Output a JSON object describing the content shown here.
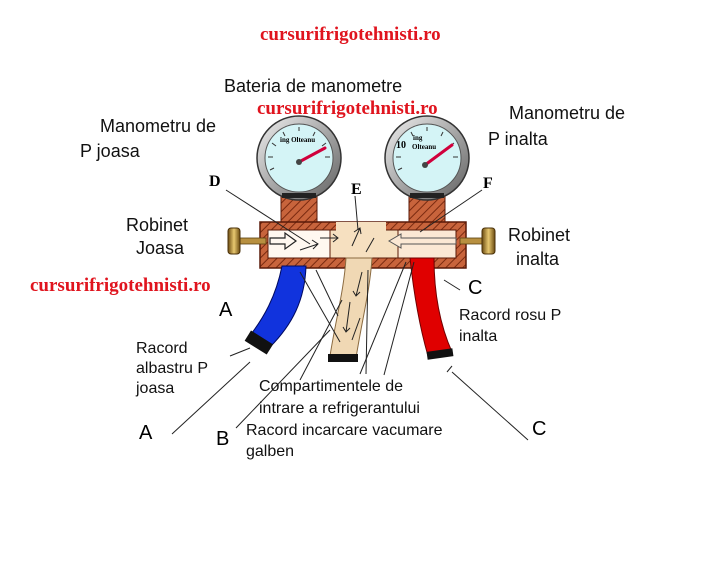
{
  "watermarks": {
    "top": "cursurifrigotehnisti.ro",
    "middle": "cursurifrigotehnisti.ro",
    "left": "cursurifrigotehnisti.ro"
  },
  "title": "Bateria de manometre",
  "gauges": {
    "low": {
      "brand": "ing Olteanu"
    },
    "high": {
      "brand_line1": "ing",
      "brand_line2": "Olteanu",
      "scale_mark": "10"
    }
  },
  "labels": {
    "low_gauge": [
      "Manometru de",
      "P joasa"
    ],
    "high_gauge": [
      "Manometru de",
      "P inalta"
    ],
    "low_valve": [
      "Robinet",
      "Joasa"
    ],
    "high_valve": [
      "Robinet",
      "inalta"
    ],
    "blue_hose": [
      "Racord",
      "albastru P",
      "joasa"
    ],
    "red_hose": [
      "Racord rosu P",
      "inalta"
    ],
    "compartments": [
      "Compartimentele de",
      "intrare a refrigerantului"
    ],
    "yellow_hose": [
      "Racord incarcare vacumare",
      "galben"
    ]
  },
  "letters": {
    "D": "D",
    "E": "E",
    "F": "F",
    "A1": "A",
    "A2": "A",
    "B": "B",
    "C1": "C",
    "C2": "C"
  },
  "colors": {
    "watermark": "#e0141e",
    "manifold": "#c8643c",
    "blue_hose": "#1133dd",
    "red_hose": "#e00000",
    "yellow_hose": "#f0d8b4",
    "gauge_face": "#d4f4f6"
  }
}
